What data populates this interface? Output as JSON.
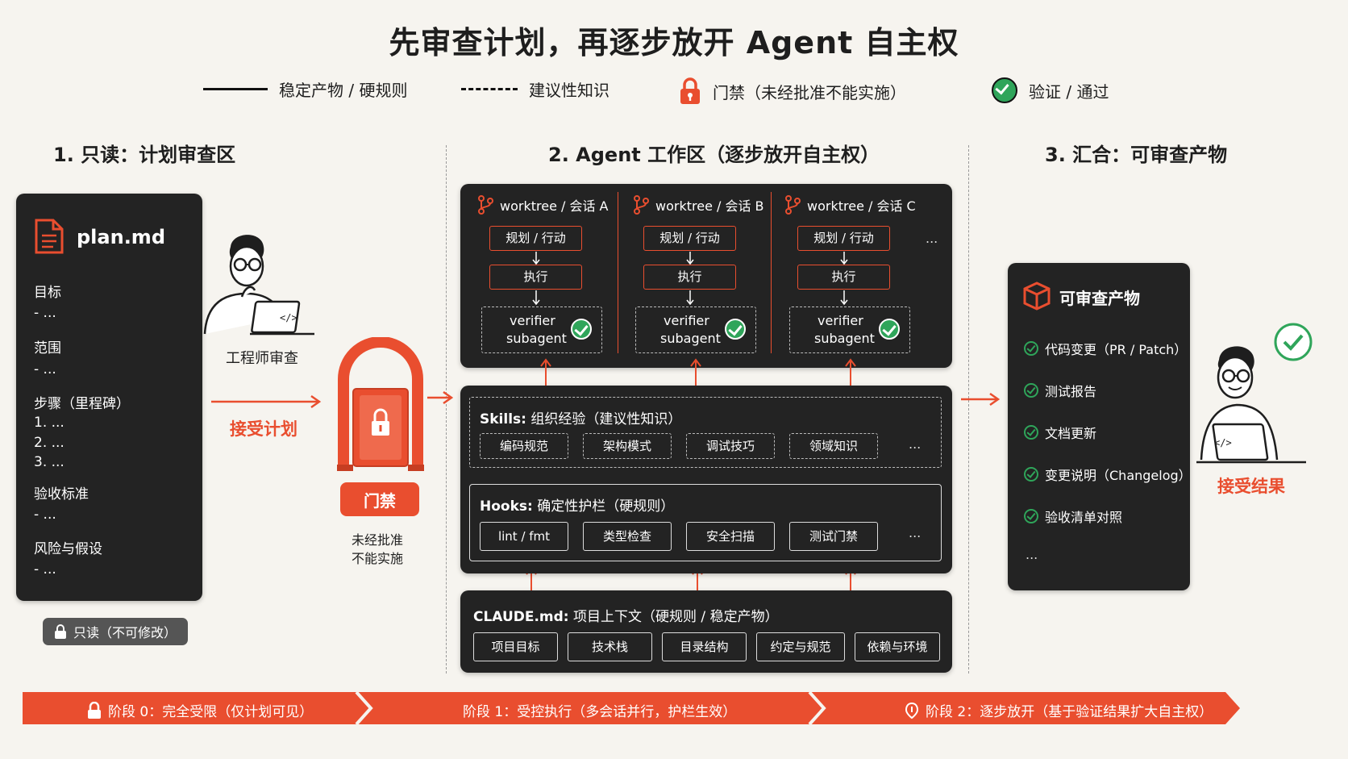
{
  "title": "先审查计划，再逐步放开 Agent 自主权",
  "legend": {
    "solid": "稳定产物 / 硬规则",
    "dashed": "建议性知识",
    "lock": "门禁（未经批准不能实施）",
    "check": "验证 / 通过"
  },
  "sections": {
    "s1": "1. 只读：计划审查区",
    "s2": "2. Agent 工作区（逐步放开自主权）",
    "s3": "3. 汇合：可审查产物"
  },
  "plan": {
    "filename": "plan.md",
    "items": [
      "目标",
      "- ...",
      "范围",
      "- ...",
      "步骤（里程碑）",
      "1. ...",
      "2. ...",
      "3. ...",
      "验收标准",
      "- ...",
      "风险与假设",
      "- ..."
    ],
    "readonly_badge": "只读（不可修改）"
  },
  "engineer_label": "工程师审查",
  "accept_plan": "接受计划",
  "gate": {
    "label": "门禁",
    "note_line1": "未经批准",
    "note_line2": "不能实施"
  },
  "worktrees": [
    {
      "name": "worktree / 会话 A",
      "plan": "规划 / 行动",
      "exec": "执行",
      "verifier1": "verifier",
      "verifier2": "subagent"
    },
    {
      "name": "worktree / 会话 B",
      "plan": "规划 / 行动",
      "exec": "执行",
      "verifier1": "verifier",
      "verifier2": "subagent"
    },
    {
      "name": "worktree / 会话 C",
      "plan": "规划 / 行动",
      "exec": "执行",
      "verifier1": "verifier",
      "verifier2": "subagent"
    }
  ],
  "ellipsis": "...",
  "skills": {
    "title_strong": "Skills:",
    "title_rest": "组织经验（建议性知识）",
    "items": [
      "编码规范",
      "架构模式",
      "调试技巧",
      "领域知识"
    ]
  },
  "hooks": {
    "title_strong": "Hooks:",
    "title_rest": "确定性护栏（硬规则）",
    "items": [
      "lint / fmt",
      "类型检查",
      "安全扫描",
      "测试门禁"
    ]
  },
  "claude": {
    "title_strong": "CLAUDE.md:",
    "title_rest": "项目上下文（硬规则 / 稳定产物）",
    "items": [
      "项目目标",
      "技术栈",
      "目录结构",
      "约定与规范",
      "依赖与环境"
    ]
  },
  "artifacts": {
    "title": "可审查产物",
    "items": [
      "代码变更（PR / Patch）",
      "测试报告",
      "文档更新",
      "变更说明（Changelog）",
      "验收清单对照"
    ],
    "more": "..."
  },
  "accept_result": "接受结果",
  "stages": [
    "阶段 0：完全受限（仅计划可见）",
    "阶段 1：受控执行（多会话并行，护栏生效）",
    "阶段 2：逐步放开（基于验证结果扩大自主权）"
  ],
  "colors": {
    "accent": "#e94e2f",
    "dark": "#232323",
    "check": "#2fa55a"
  }
}
